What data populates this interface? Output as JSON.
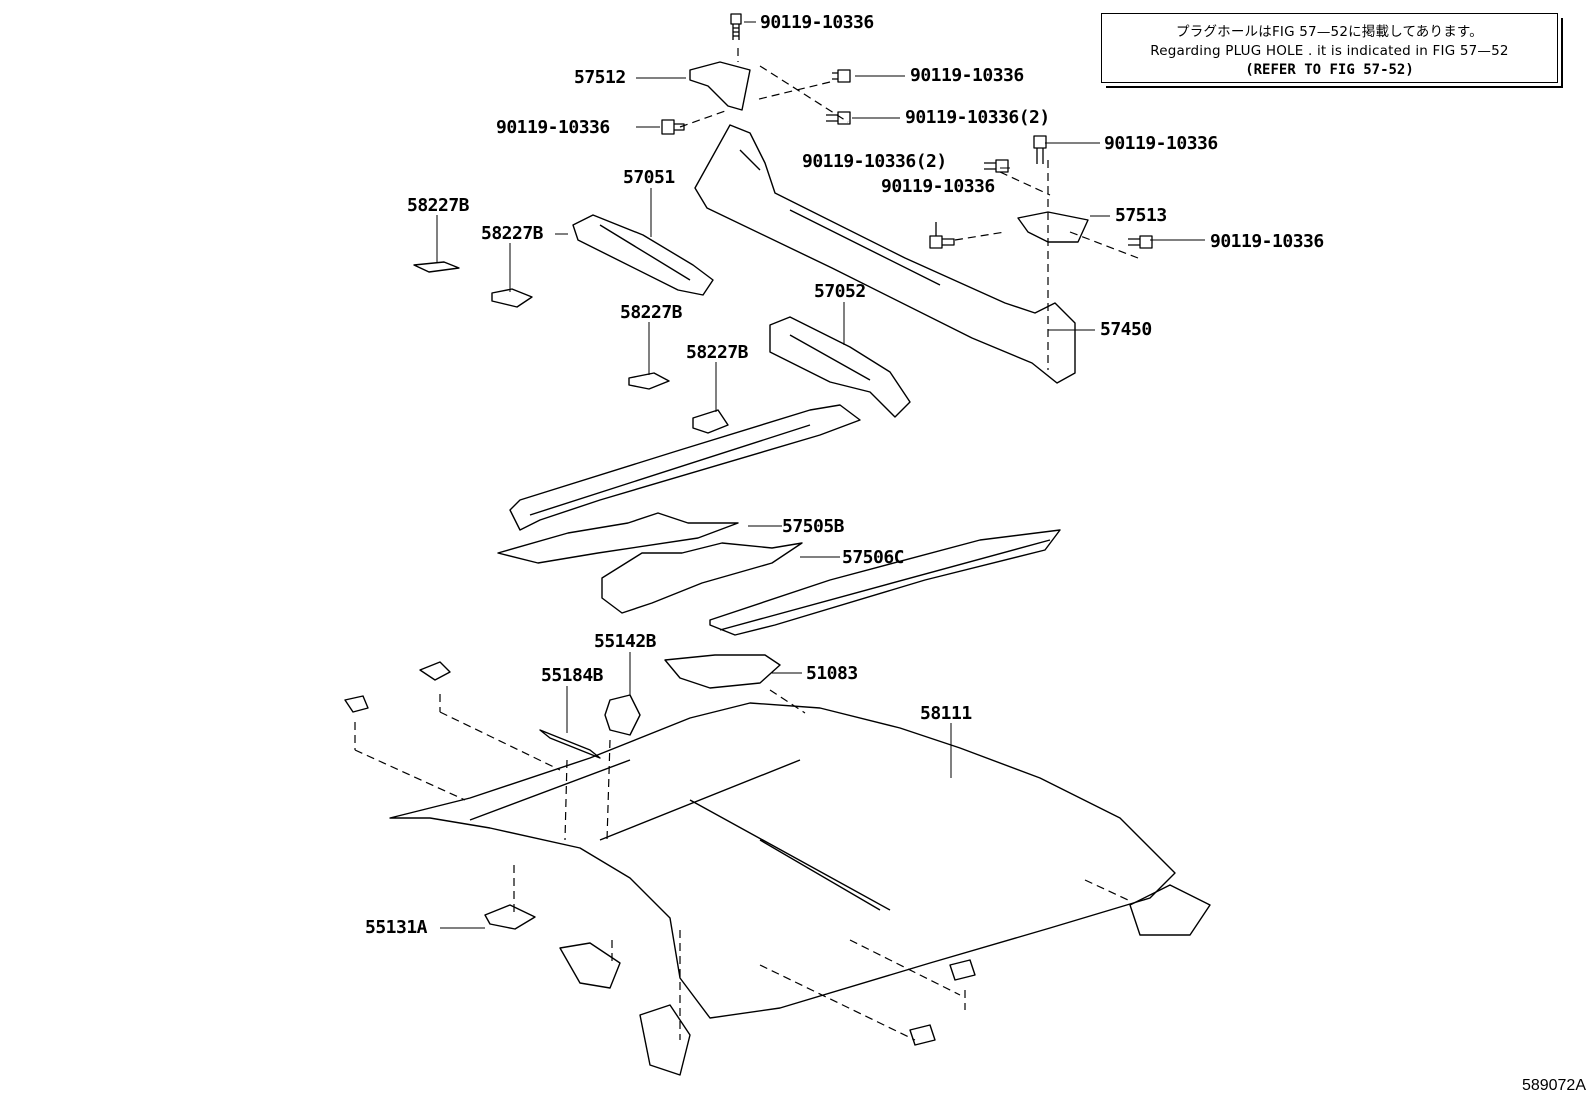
{
  "note": {
    "line1": "プラグホールはFIG 57—52に掲載してあります。",
    "line2": "Regarding  PLUG  HOLE . it is indicated in FIG  57—52",
    "line3": "(REFER TO FIG 57-52)"
  },
  "labels": {
    "p90119_top": "90119-10336",
    "p57512": "57512",
    "p90119_a": "90119-10336",
    "p90119_b": "90119-10336(2)",
    "p90119_left": "90119-10336",
    "p90119_c": "90119-10336",
    "p90119_d": "90119-10336(2)",
    "p90119_e": "90119-10336",
    "p57513": "57513",
    "p90119_f": "90119-10336",
    "p57051": "57051",
    "p58227B_1": "58227B",
    "p58227B_2": "58227B",
    "p58227B_3": "58227B",
    "p58227B_4": "58227B",
    "p57052": "57052",
    "p57450": "57450",
    "p57505B": "57505B",
    "p57506C": "57506C",
    "p55142B": "55142B",
    "p55184B": "55184B",
    "p51083": "51083",
    "p58111": "58111",
    "p55131A": "55131A"
  },
  "diagram_code": "589072A"
}
